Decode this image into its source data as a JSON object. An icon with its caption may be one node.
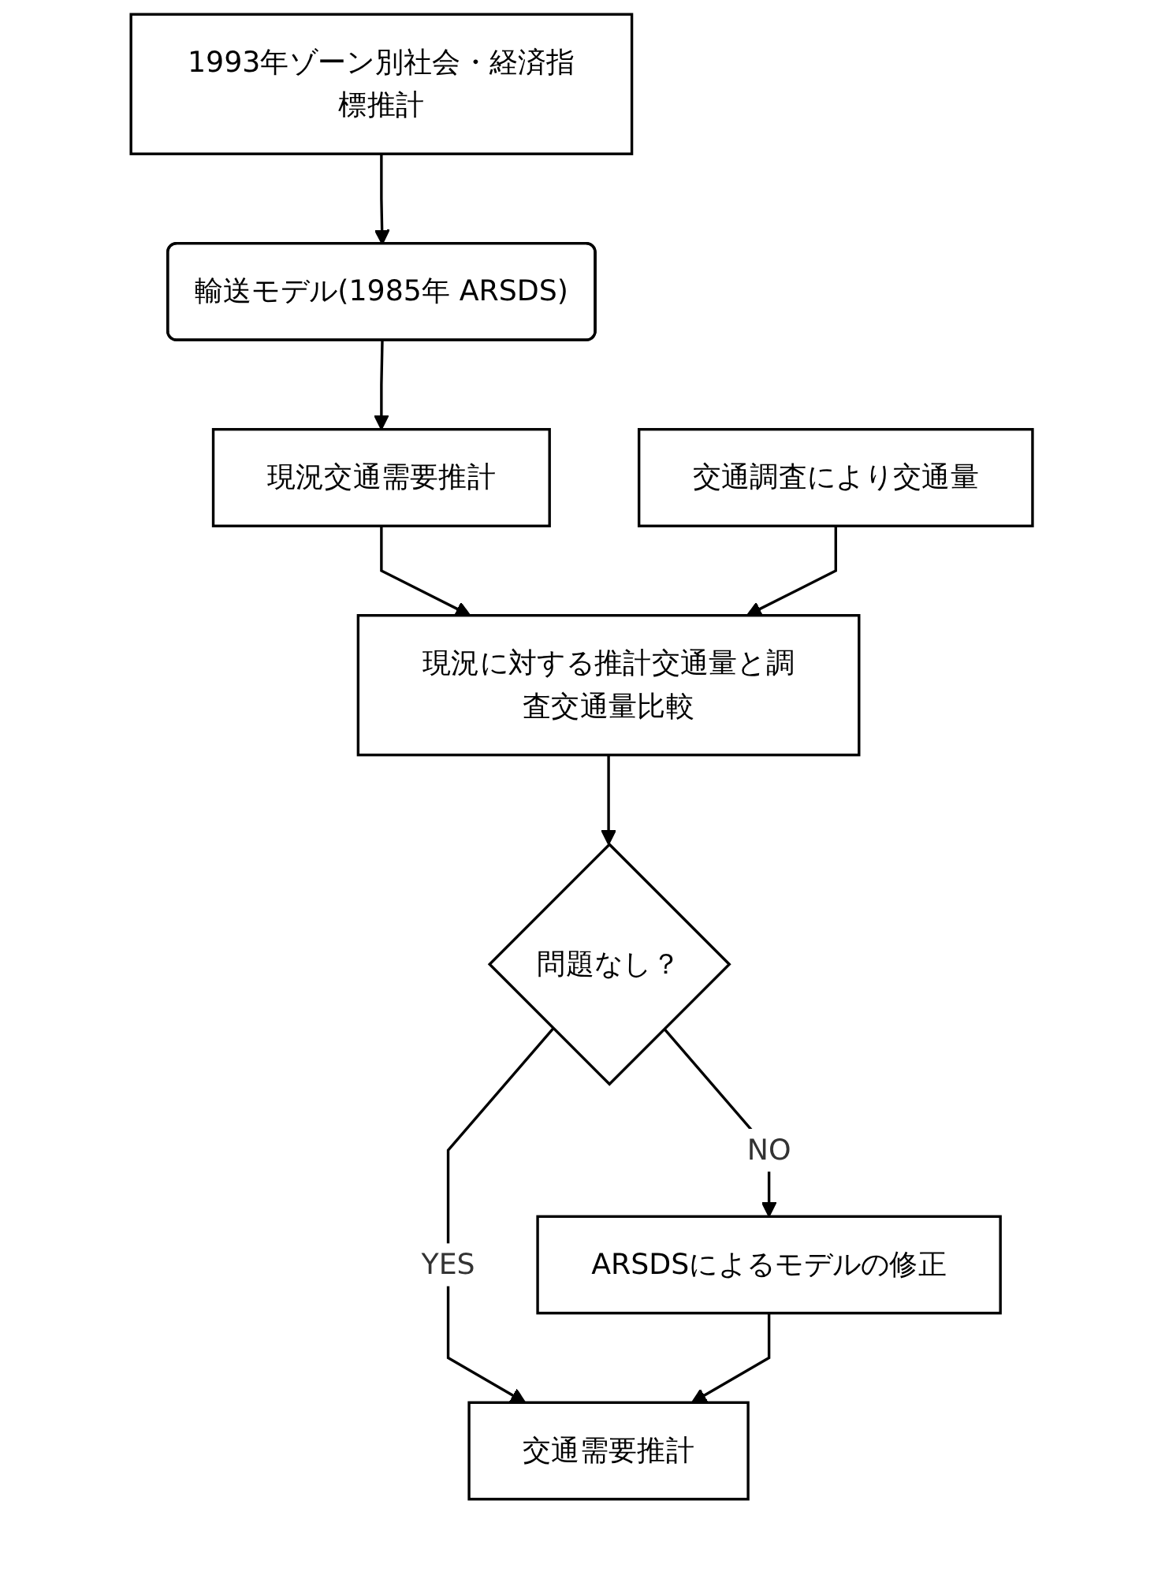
{
  "diagram": {
    "nodes": [
      {
        "text": [
          "1993年ゾーン別社会・経済指標推計"
        ]
      },
      {
        "text": [
          "輸送モデル(1985年 ARSDS)"
        ]
      },
      {
        "text": [
          "現況交通需要推計"
        ]
      },
      {
        "text": [
          "交通調査により交通量"
        ]
      },
      {
        "text": [
          "現況に対する推計交通量と調査交通量比較"
        ]
      },
      {
        "text": [
          "問題なし？"
        ]
      },
      {
        "text": [
          "ARSDSによるモデルの修正"
        ]
      },
      {
        "text": [
          "交通需要推計"
        ]
      }
    ],
    "edges": [
      {
        "from": 0,
        "to": 1,
        "arrow": "to"
      },
      {
        "from": 1,
        "to": 2,
        "arrow": "to"
      },
      {
        "from": 2,
        "to": 4,
        "arrow": "to"
      },
      {
        "from": 3,
        "to": 4,
        "arrow": "to"
      },
      {
        "from": 4,
        "to": 5,
        "arrow": "to"
      },
      {
        "from": 5,
        "to": 6,
        "label": "NO",
        "arrow": "to"
      },
      {
        "from": 5,
        "to": 7,
        "label": "YES",
        "arrow": "to"
      },
      {
        "from": 6,
        "to": 7,
        "arrow": "to"
      }
    ]
  }
}
